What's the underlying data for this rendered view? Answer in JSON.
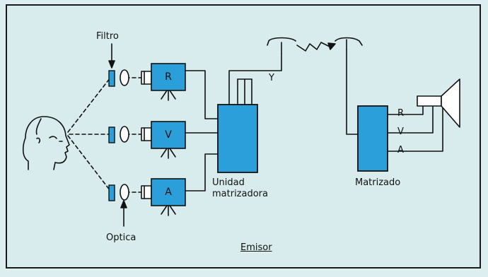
{
  "labels": {
    "filter": "Filtro",
    "optics": "Optica",
    "camera_r": "R",
    "camera_v": "V",
    "camera_a": "A",
    "y_signal": "Y",
    "unit_line1": "Unidad",
    "unit_line2": "matrizadora",
    "matrixer": "Matrizado",
    "out_r": "R",
    "out_v": "V",
    "out_a": "A",
    "caption": "Emisor"
  },
  "colors": {
    "background": "#d8ecee",
    "block_blue": "#2a9fd9",
    "line": "#111111"
  }
}
